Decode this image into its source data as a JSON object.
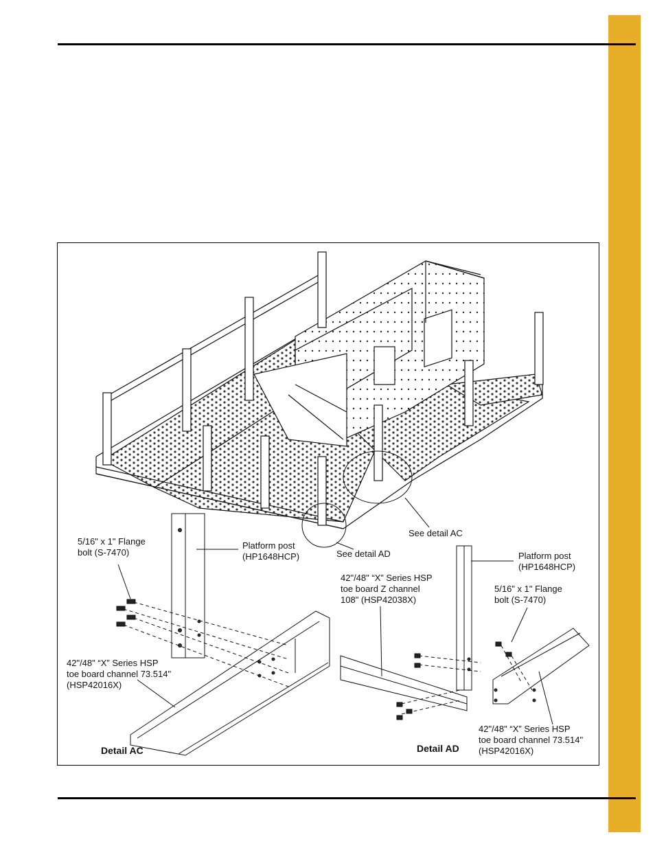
{
  "figure": {
    "callouts": {
      "see_detail_ac": "See detail AC",
      "see_detail_ad": "See detail AD"
    },
    "detail_ac": {
      "title": "Detail AC",
      "flange_bolt": "5/16\" x 1\" Flange\nbolt (S-7470)",
      "platform_post": "Platform post\n(HP1648HCP)",
      "toe_board_channel": "42\"/48\" “X” Series HSP\ntoe board channel 73.514\"\n(HSP42016X)"
    },
    "detail_ad": {
      "title": "Detail AD",
      "z_channel": "42\"/48\" “X” Series HSP\ntoe board Z channel\n108\" (HSP42038X)",
      "platform_post": "Platform post\n(HP1648HCP)",
      "flange_bolt": "5/16\" x 1\" Flange\nbolt (S-7470)",
      "toe_board_channel": "42\"/48\" “X” Series HSP\ntoe board channel 73.514\"\n(HSP42016X)"
    }
  },
  "colors": {
    "side_tab": "#e8ae27",
    "rule": "#000000"
  }
}
